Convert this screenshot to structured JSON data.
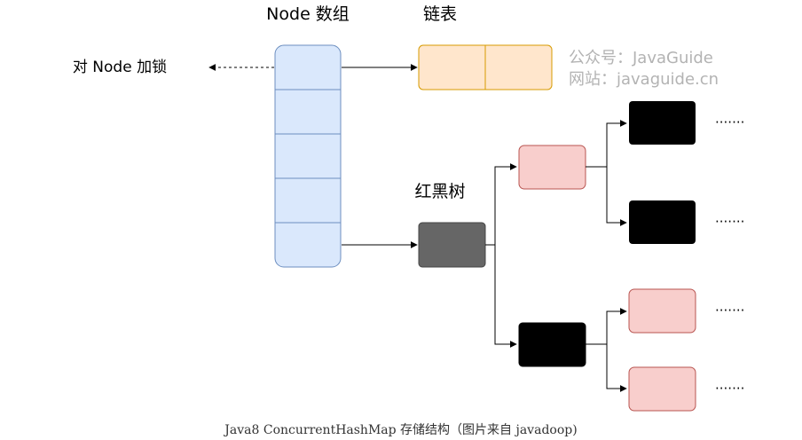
{
  "labels": {
    "node_array": "Node 数组",
    "linked_list": "链表",
    "lock_node": "对 Node 加锁",
    "red_black_tree": "红黑树",
    "watermark_line1": "公众号：JavaGuide",
    "watermark_line2": "网站：javaguide.cn",
    "ellipsis": "·······"
  },
  "caption": "Java8 ConcurrentHashMap 存储结构（图片来自 javadoop)",
  "colors": {
    "array_fill": "#dae8fc",
    "array_stroke": "#6c8ebf",
    "list_fill": "#ffe6cc",
    "list_stroke": "#d79b00",
    "tree_root": "#666666",
    "tree_red_fill": "#f8cecc",
    "tree_red_stroke": "#b85450",
    "tree_black": "#000000",
    "watermark": "#b3b3b3"
  }
}
